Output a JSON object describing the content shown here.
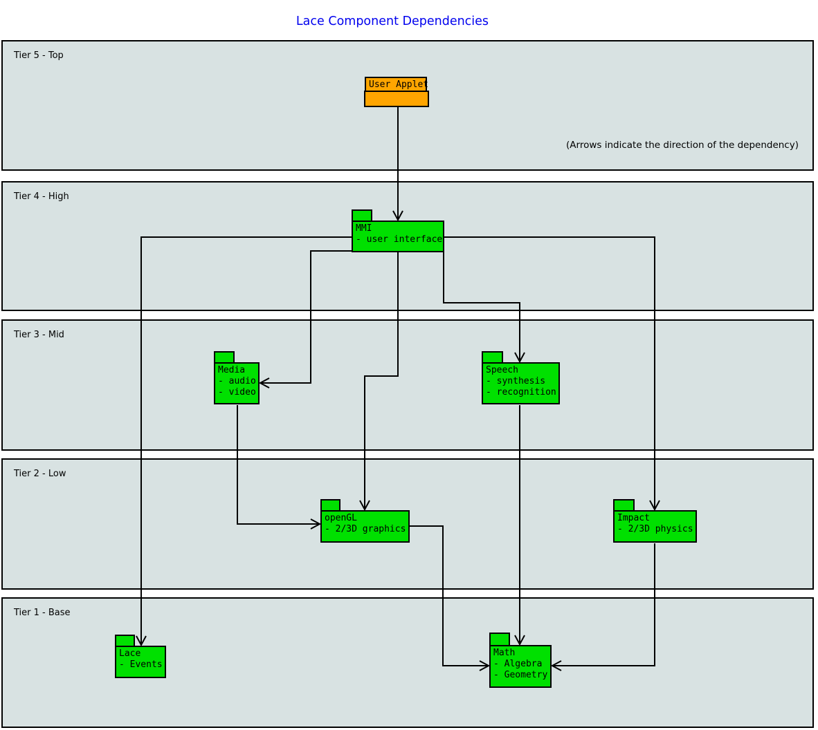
{
  "title": "Lace Component Dependencies",
  "note": "(Arrows indicate the direction of the dependency)",
  "colors": {
    "title_color": "#0000ee",
    "band_fill": "#d8e2e2",
    "component_fill": "#00e000",
    "top_component_fill": "#ffa500",
    "line_color": "#000000"
  },
  "tiers": [
    {
      "label": "Tier 5 - Top"
    },
    {
      "label": "Tier 4 - High"
    },
    {
      "label": "Tier 3 - Mid"
    },
    {
      "label": "Tier 2 - Low"
    },
    {
      "label": "Tier 1 - Base"
    }
  ],
  "components": {
    "user_applet": {
      "label": "User Applet"
    },
    "mmi": {
      "label": "MMI\n- user interface"
    },
    "media": {
      "label": "Media\n- audio\n- video"
    },
    "speech": {
      "label": "Speech\n- synthesis\n- recognition"
    },
    "opengl": {
      "label": "openGL\n- 2/3D graphics"
    },
    "impact": {
      "label": "Impact\n- 2/3D physics"
    },
    "lace": {
      "label": "Lace\n- Events"
    },
    "math": {
      "label": "Math\n- Algebra\n- Geometry"
    }
  },
  "dependencies": [
    {
      "from": "User Applet",
      "to": "MMI"
    },
    {
      "from": "MMI",
      "to": "Lace"
    },
    {
      "from": "MMI",
      "to": "Media"
    },
    {
      "from": "MMI",
      "to": "openGL"
    },
    {
      "from": "MMI",
      "to": "Speech"
    },
    {
      "from": "MMI",
      "to": "Impact"
    },
    {
      "from": "Media",
      "to": "openGL"
    },
    {
      "from": "Speech",
      "to": "Math"
    },
    {
      "from": "openGL",
      "to": "Math"
    },
    {
      "from": "Impact",
      "to": "Math"
    }
  ]
}
